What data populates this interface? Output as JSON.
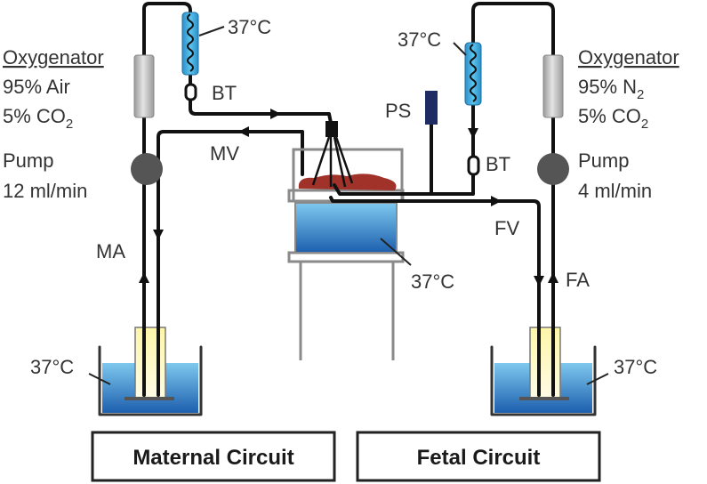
{
  "maternal": {
    "oxygenator": "Oxygenator",
    "gas_line1": "95% Air",
    "gas_line2_main": "5% CO",
    "gas_line2_sub": "2",
    "pump_line1": "Pump",
    "pump_line2": "12 ml/min",
    "artery": "MA",
    "vein": "MV",
    "bubble_trap": "BT",
    "heater_temp": "37°C",
    "bath_temp": "37°C",
    "circuit_title": "Maternal Circuit"
  },
  "fetal": {
    "oxygenator": "Oxygenator",
    "gas_line1_main": "95% N",
    "gas_line1_sub": "2",
    "gas_line2_main": "5% CO",
    "gas_line2_sub": "2",
    "pump_line1": "Pump",
    "pump_line2": "4 ml/min",
    "artery": "FA",
    "vein": "FV",
    "bubble_trap": "BT",
    "heater_temp": "37°C",
    "bath_temp": "37°C",
    "circuit_title": "Fetal Circuit"
  },
  "center": {
    "pressure_sensor": "PS",
    "bath_temp": "37°C"
  },
  "colors": {
    "water_top": "#7ec8ee",
    "water_bottom": "#1d5fae",
    "placenta": "#a0322a",
    "tubing": "#111111",
    "pump": "#555555",
    "sensor": "#1f2b63",
    "reservoir": "#fbf6c2"
  }
}
